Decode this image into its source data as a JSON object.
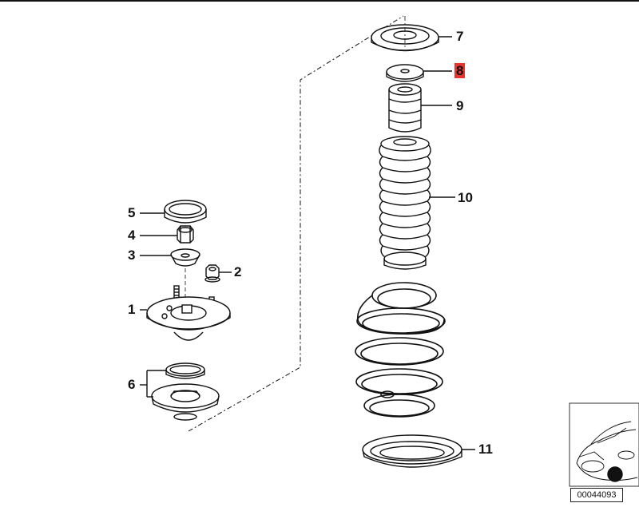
{
  "diagram": {
    "callouts": [
      {
        "id": "1",
        "label": "1"
      },
      {
        "id": "2",
        "label": "2"
      },
      {
        "id": "3",
        "label": "3"
      },
      {
        "id": "4",
        "label": "4"
      },
      {
        "id": "5",
        "label": "5"
      },
      {
        "id": "6",
        "label": "6"
      },
      {
        "id": "7",
        "label": "7"
      },
      {
        "id": "8",
        "label": "8",
        "highlighted": true
      },
      {
        "id": "9",
        "label": "9"
      },
      {
        "id": "10",
        "label": "10"
      },
      {
        "id": "11",
        "label": "11"
      }
    ],
    "highlight_color": "#e6342f",
    "thumbnail": {
      "code": "00044093"
    }
  }
}
